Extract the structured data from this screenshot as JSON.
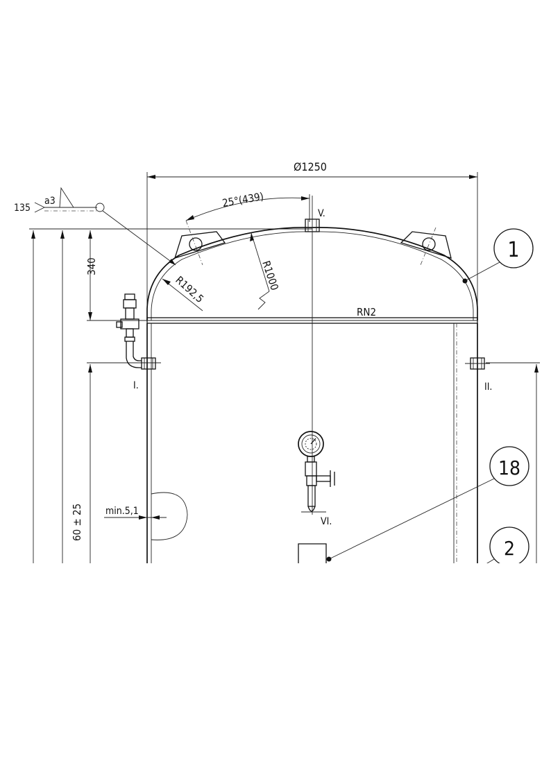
{
  "dimensions": {
    "diameter": "Ø1250",
    "angle": "25°(439)",
    "height_dome": "340",
    "overall_height": "60 ± 25",
    "radius_knuckle": "R192,5",
    "radius_crown": "R1000",
    "min_thickness": "min.5,1"
  },
  "weld": {
    "size": "a3",
    "length": "135"
  },
  "labels": {
    "seam": "RN2",
    "port_V": "V.",
    "port_I": "I.",
    "port_II": "II.",
    "port_VI": "VI."
  },
  "balloons": {
    "b1": "1",
    "b18": "18",
    "b2": "2"
  }
}
